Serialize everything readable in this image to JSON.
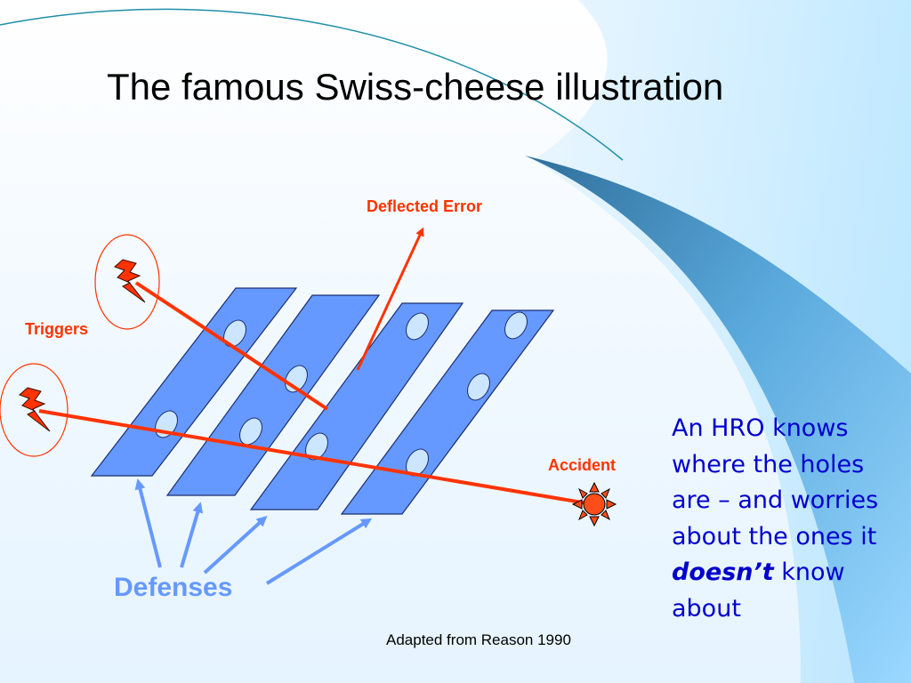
{
  "slide": {
    "title": "The famous Swiss-cheese illustration",
    "credit": "Adapted from Reason 1990"
  },
  "diagram": {
    "deflected_label": "Deflected Error",
    "triggers_label": "Triggers",
    "accident_label": "Accident",
    "defenses_label": "Defenses",
    "defense_layer_count": 4,
    "trigger_count": 2,
    "colors": {
      "slice_fill": "#6699ff",
      "slice_stroke": "#1a2e70",
      "hole_fill": "#cce6ff",
      "path_line": "#ff3300",
      "label_red": "#ff3300",
      "defenses_blue": "#6699ff",
      "note_blue": "#0000cc"
    },
    "icons": [
      "lightning-bolt-icon",
      "sun-burst-icon"
    ]
  },
  "note": {
    "line1": "An HRO knows where the holes are – and worries about the ones it ",
    "emphasis": "doesn’t",
    "line2": " know about"
  }
}
